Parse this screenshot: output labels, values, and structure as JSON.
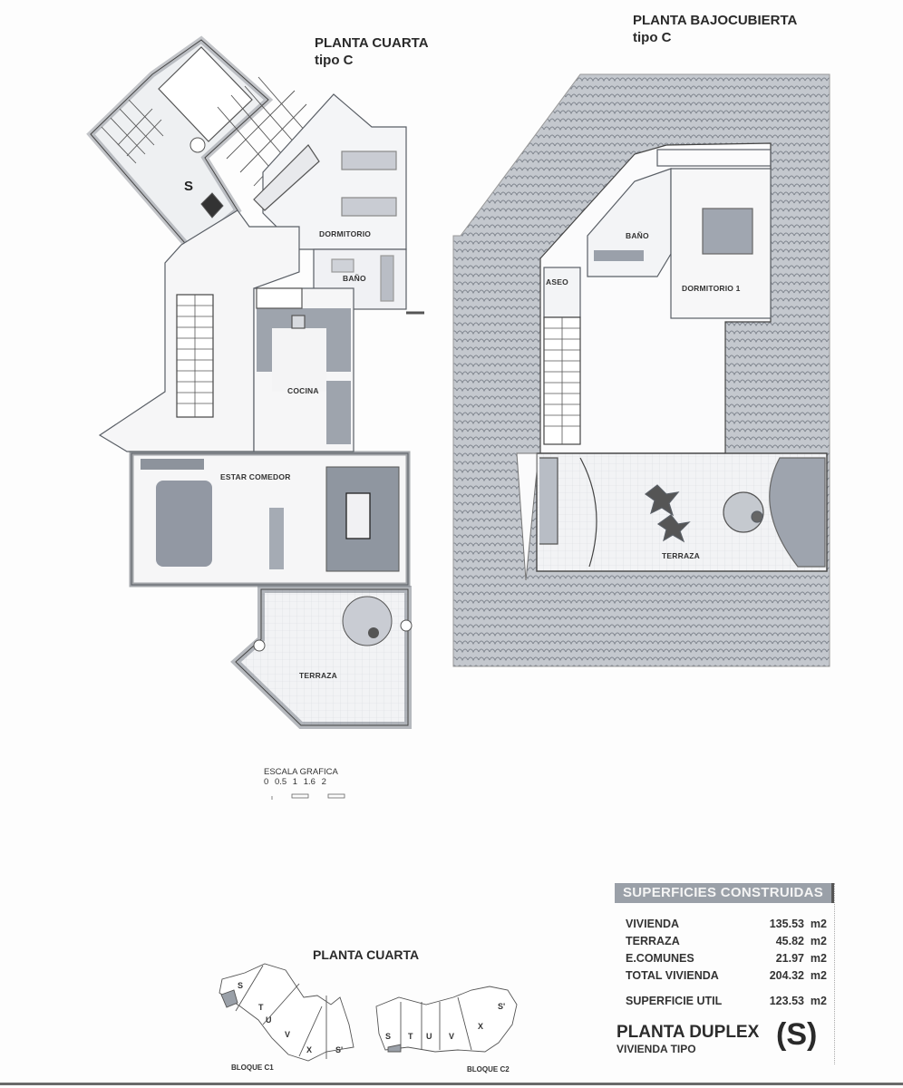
{
  "left_plan": {
    "title": "PLANTA CUARTA",
    "subtitle": "tipo C",
    "unit_marker": "S",
    "rooms": {
      "dormitorio": "DORMITORIO",
      "bano": "BAÑO",
      "cocina": "COCINA",
      "estar_comedor": "ESTAR COMEDOR",
      "terraza": "TERRAZA"
    }
  },
  "right_plan": {
    "title": "PLANTA BAJOCUBIERTA",
    "subtitle": "tipo C",
    "rooms": {
      "bano": "BAÑO",
      "aseo": "ASEO",
      "dormitorio_1": "DORMITORIO 1",
      "terraza": "TERRAZA"
    }
  },
  "scale": {
    "title": "ESCALA GRAFICA",
    "ticks": [
      "0",
      "0.5",
      "1",
      "1.6",
      "2"
    ]
  },
  "key_plan": {
    "title": "PLANTA CUARTA",
    "blocks": [
      {
        "label": "BLOQUE C1",
        "units": [
          "S",
          "T",
          "U",
          "V",
          "X",
          "S'"
        ],
        "highlighted": "S"
      },
      {
        "label": "BLOQUE C2",
        "units": [
          "S",
          "T",
          "U",
          "V",
          "X",
          "S'"
        ],
        "highlighted": "S"
      }
    ]
  },
  "superficies": {
    "header": "SUPERFICIES CONSTRUIDAS",
    "rows": [
      {
        "label": "VIVIENDA",
        "value": "135.53",
        "unit": "m2"
      },
      {
        "label": "TERRAZA",
        "value": "45.82",
        "unit": "m2"
      },
      {
        "label": "E.COMUNES",
        "value": "21.97",
        "unit": "m2"
      },
      {
        "label": "TOTAL VIVIENDA",
        "value": "204.32",
        "unit": "m2"
      }
    ],
    "util": {
      "label": "SUPERFICIE UTIL",
      "value": "123.53",
      "unit": "m2"
    }
  },
  "footer": {
    "planta": "PLANTA DUPLEX",
    "vivienda_tipo": "VIVIENDA TIPO",
    "type_letter": "(S)"
  },
  "colors": {
    "wall": "#8d939b",
    "roof_tile": "#a9aeb6",
    "furniture": "#8f96a3",
    "header_bg": "#9aa0a8"
  }
}
